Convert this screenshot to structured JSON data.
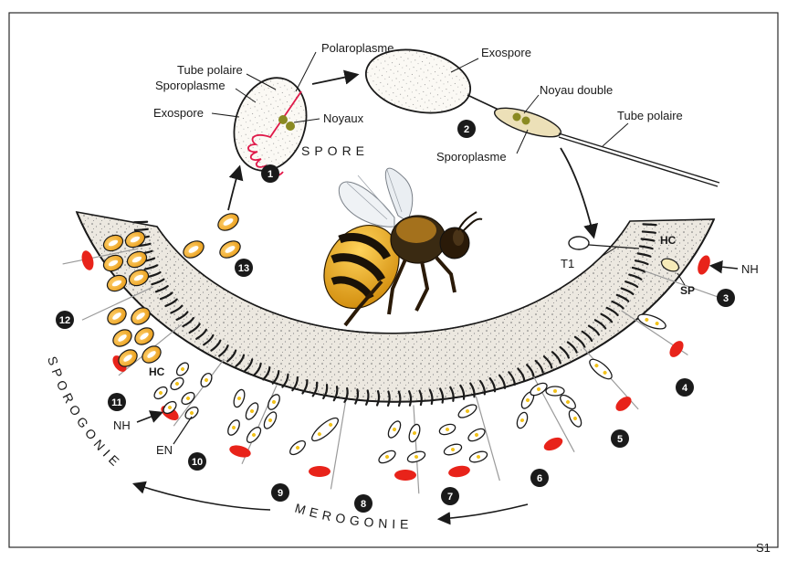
{
  "figure_code": "S1",
  "spore_word": "SPORE",
  "labels": {
    "polaroplasme": "Polaroplasme",
    "tube_polaire_left": "Tube polaire",
    "sporoplasme_left": "Sporoplasme",
    "exospore_left": "Exospore",
    "noyaux": "Noyaux",
    "exospore_right": "Exospore",
    "noyau_double": "Noyau double",
    "tube_polaire_right": "Tube polaire",
    "sporoplasme_right": "Sporoplasme",
    "t1": "T1",
    "hc_right": "HC",
    "nh_right": "NH",
    "sp": "SP",
    "hc_left": "HC",
    "nh_left": "NH",
    "en": "EN"
  },
  "phases": {
    "sporogonie": "SPOROGONIE",
    "merogonie": "MEROGONIE"
  },
  "stage_numbers": [
    "1",
    "2",
    "3",
    "4",
    "5",
    "6",
    "7",
    "8",
    "9",
    "10",
    "11",
    "12",
    "13"
  ],
  "colors": {
    "nucleus_red": "#e8231a",
    "spore_orange": "#f2a81c",
    "epithelium_fill": "#ece8e0",
    "bee_yellow": "#f0b416",
    "outline": "#1a1a1a"
  }
}
